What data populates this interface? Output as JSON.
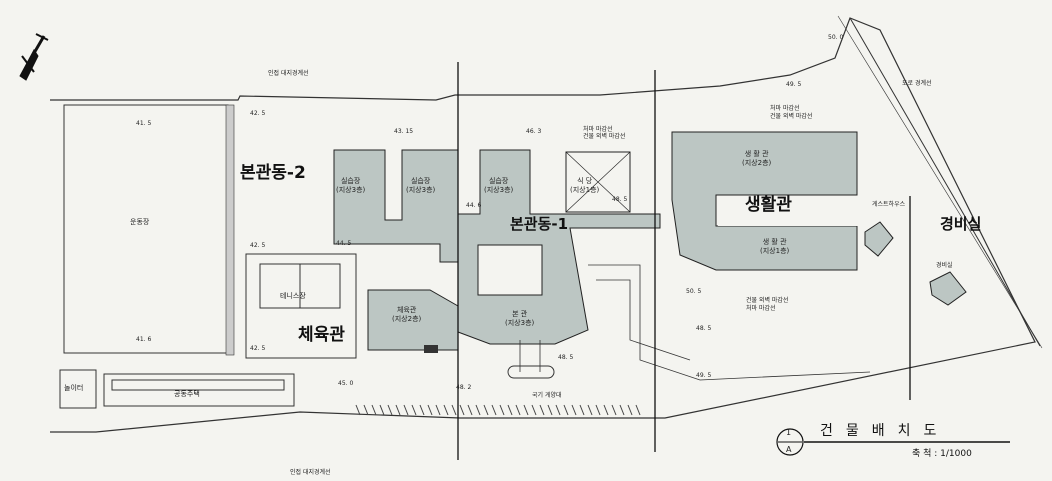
{
  "labels": {
    "main_building_2": "본관동-2",
    "main_building_1": "본관동-1",
    "dormitory": "생활관",
    "gymnasium": "체육관",
    "guard_office": "경비실"
  },
  "buildings": {
    "practice_1": {
      "name": "실습장",
      "floors": "(지상3층)"
    },
    "practice_2": {
      "name": "실습장",
      "floors": "(지상3층)"
    },
    "practice_3": {
      "name": "실습장",
      "floors": "(지상3층)"
    },
    "cafeteria": {
      "name": "식 당",
      "floors": "(지상1층)"
    },
    "dorm_top": {
      "name": "생 활 관",
      "floors": "(지상2층)"
    },
    "dorm_bottom": {
      "name": "생 활 관",
      "floors": "(지상1층)"
    },
    "gym": {
      "name": "체육관",
      "floors": "(지상2층)"
    },
    "main_hall": {
      "name": "본 관",
      "floors": "(지상3층)"
    },
    "tennis": {
      "name": "테니스장"
    },
    "field": {
      "name": "운동장"
    },
    "shared_housing": {
      "name": "공동주택"
    },
    "playground": {
      "name": "놀이터"
    },
    "guesthouse": {
      "name": "게스트하우스"
    },
    "guard_small": {
      "name": "경비실"
    },
    "flagpole": {
      "name": "국기 게양대"
    }
  },
  "annotations": {
    "adjacent_boundary_top": "인접 대지경계선",
    "adjacent_boundary_bottom": "인접 대지경계선",
    "road_boundary": "도로 경계선",
    "eave_top_1": "처마 마감선",
    "eave_top_2": "건물 외벽 마감선",
    "eave_top_1b": "처마 마감선",
    "eave_top_2b": "건물 외벽 마감선",
    "eave_bottom_1": "건물 외벽 마감선",
    "eave_bottom_2": "처마 마감선"
  },
  "elevations": {
    "e1": "41. 5",
    "e2": "42. 5",
    "e3": "43. 15",
    "e4": "46. 3",
    "e5": "48. 5",
    "e6": "50. 0",
    "e7": "49. 5",
    "e8": "42. 5",
    "e9": "44. 5",
    "e10": "44. 6",
    "e11": "41. 6",
    "e12": "42. 5",
    "e13": "45. 0",
    "e14": "48. 2",
    "e15": "48. 5",
    "e16": "50. 5",
    "e17": "49. 5",
    "e18": "48. 5"
  },
  "title_block": {
    "symbol": "1",
    "symbol_sub": "A",
    "title": "건물배치도",
    "scale": "축 척 : 1/1000"
  }
}
